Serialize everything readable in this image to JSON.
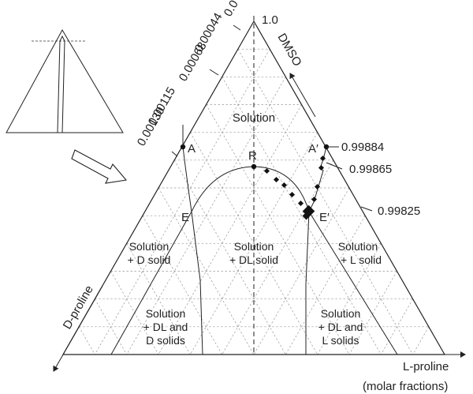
{
  "axes": {
    "top_label": "DMSO",
    "right_label": "L-proline",
    "right_sublabel": "(molar fractions)",
    "left_label": "D-proline",
    "apex_value": "1.0"
  },
  "left_ticks": [
    "0.0",
    "0.00044",
    "0.00068",
    "0.00115",
    "0.00130"
  ],
  "right_ticks": [
    "0.99884",
    "0.99865",
    "0.99825"
  ],
  "points": {
    "A": "A",
    "A_prime": "A′",
    "R": "R",
    "E": "E",
    "E_prime": "E′"
  },
  "regions": {
    "solution": "Solution",
    "d_solid_1": "Solution",
    "d_solid_2": "+ D solid",
    "dl_solid_1": "Solution",
    "dl_solid_2": "+ DL solid",
    "l_solid_1": "Solution",
    "l_solid_2": "+ L solid",
    "dl_d_1": "Solution",
    "dl_d_2": "+ DL and",
    "dl_d_3": "D solids",
    "dl_l_1": "Solution",
    "dl_l_2": "+ DL and",
    "dl_l_3": "L solids"
  }
}
